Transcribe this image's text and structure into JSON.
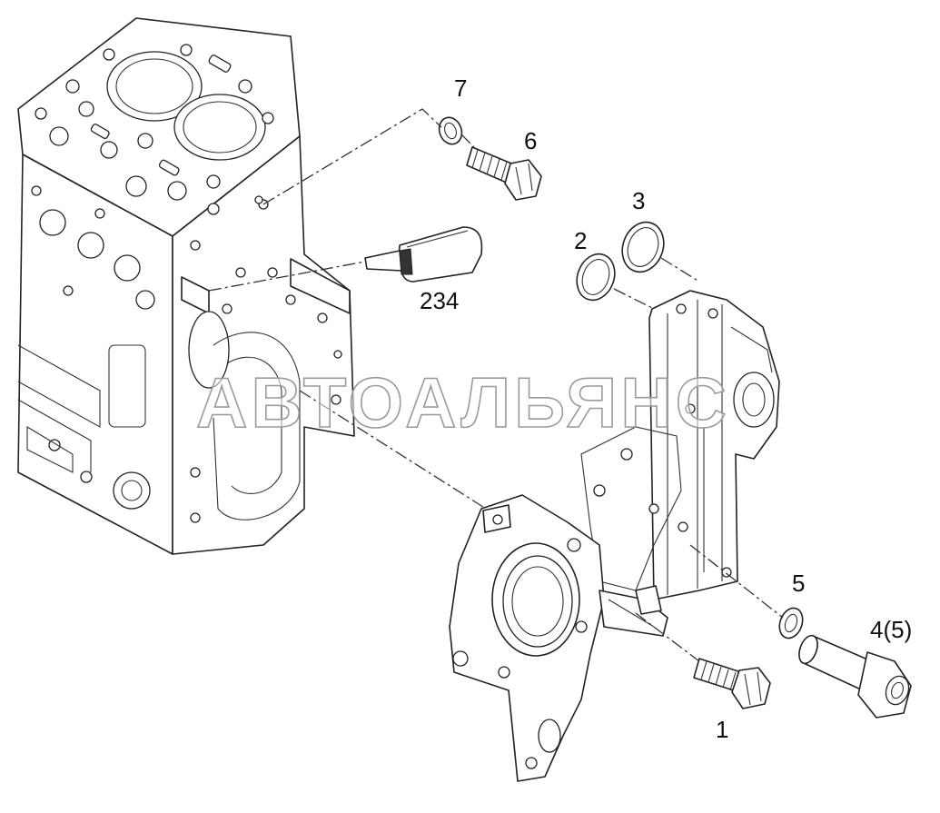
{
  "callouts": {
    "c1": "1",
    "c2": "2",
    "c3": "3",
    "c4": "4(5)",
    "c5": "5",
    "c6": "6",
    "c7": "7",
    "c234": "234"
  },
  "watermark": "АВТОАЛЬЯНС",
  "colors": {
    "line": "#222222",
    "background": "#ffffff",
    "watermark_stroke": "#9a9a9a"
  }
}
